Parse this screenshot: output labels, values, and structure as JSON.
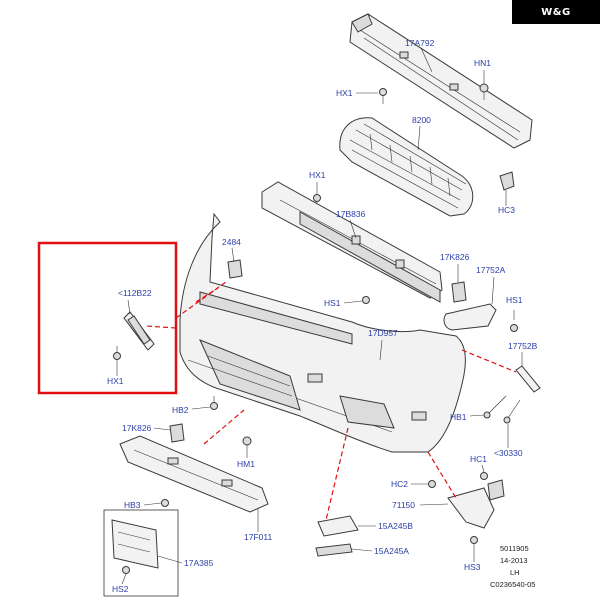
{
  "logo": {
    "text": "W&G"
  },
  "highlight_color": "#e01010",
  "label_color": "#2a3fa8",
  "labels": {
    "p17A792": "17A792",
    "hn1": "HN1",
    "hx1_top": "HX1",
    "p8200": "8200",
    "hx1_mid": "HX1",
    "hc3": "HC3",
    "p17B836": "17B836",
    "p2484": "2484",
    "p17K826_right": "17K826",
    "p17752A": "17752A",
    "hs1_left": "HS1",
    "hs1_right": "HS1",
    "p112B22": "<112B22",
    "hx1_box": "HX1",
    "p17D957": "17D957",
    "p17752B": "17752B",
    "hb2": "HB2",
    "hb1": "HB1",
    "p30330": "<30330",
    "p17K826_left": "17K826",
    "hm1": "HM1",
    "hc1": "HC1",
    "hc2": "HC2",
    "p71150": "71150",
    "hb3": "HB3",
    "p15A245B": "15A245B",
    "p15A245A": "15A245A",
    "p17F011": "17F011",
    "hs3": "HS3",
    "p17A385": "17A385",
    "hs2": "HS2"
  },
  "reference": {
    "line1": "5011905",
    "line2": "14-2013",
    "line3": "LH",
    "line4": "C0236540-05"
  }
}
